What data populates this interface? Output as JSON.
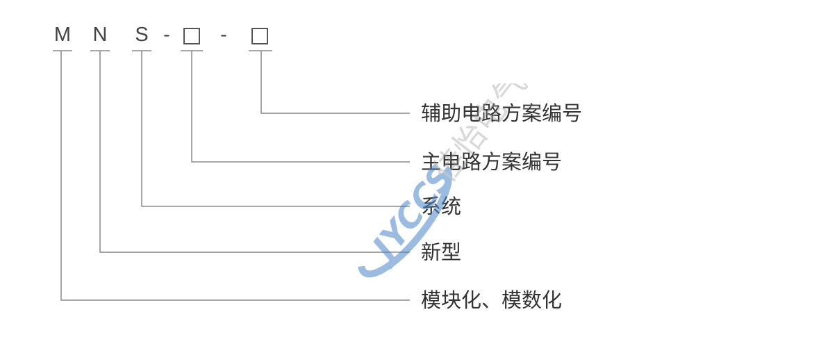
{
  "code": {
    "chars": [
      "M",
      "N",
      "S"
    ],
    "separator": "-"
  },
  "labels": [
    "辅助电路方案编号",
    "主电路方案编号",
    "系统",
    "新型",
    "模块化、模数化"
  ],
  "watermark": {
    "logo_text": "JYCCS",
    "company_text": "佳怡电气"
  },
  "colors": {
    "line": "#8a8a8a",
    "text": "#333333",
    "watermark_blue": "#4a86c8"
  }
}
